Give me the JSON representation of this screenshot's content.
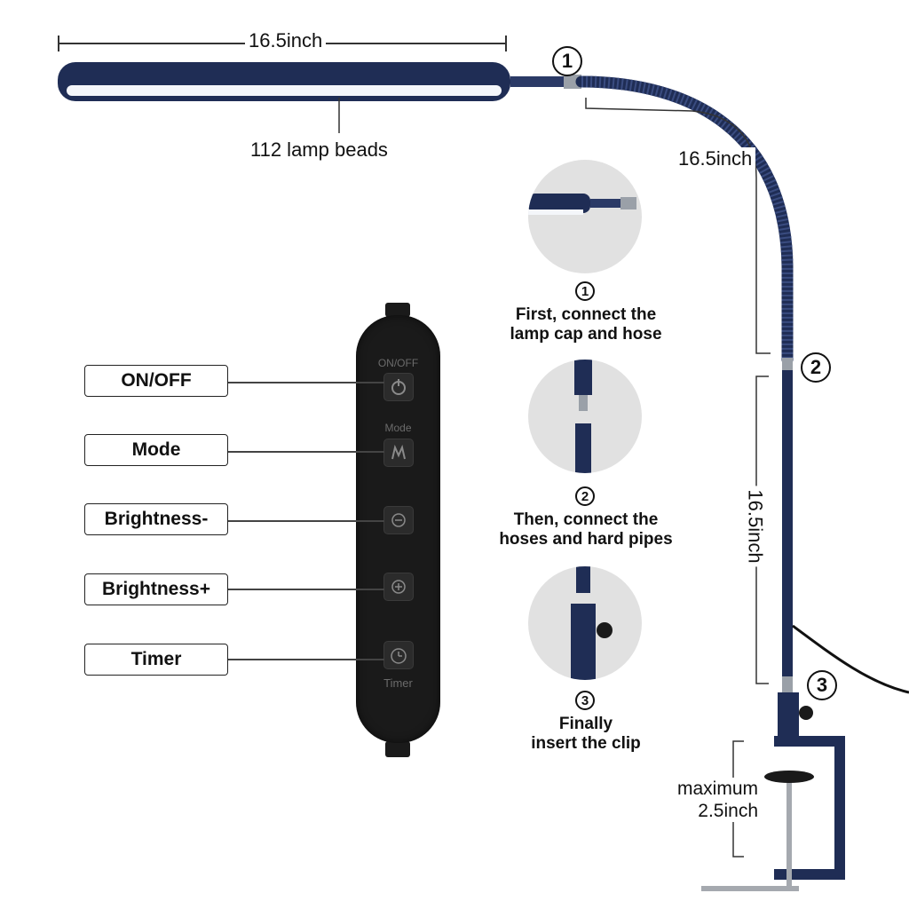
{
  "dimensions": {
    "panel_width": "16.5inch",
    "hose_length": "16.5inch",
    "pipe_length": "16.5inch",
    "clamp_label_line1": "maximum",
    "clamp_label_line2": "2.5inch"
  },
  "lamp_beads_label": "112 lamp beads",
  "remote": {
    "on_off_small": "ON/OFF",
    "mode_small": "Mode",
    "timer_small": "Timer"
  },
  "buttons": [
    {
      "label": "ON/OFF"
    },
    {
      "label": "Mode"
    },
    {
      "label": "Brightness-"
    },
    {
      "label": "Brightness+"
    },
    {
      "label": "Timer"
    }
  ],
  "steps": [
    {
      "num": "1",
      "line1": "First, connect the",
      "line2": "lamp cap and hose"
    },
    {
      "num": "2",
      "line1": "Then, connect the",
      "line2": "hoses and hard pipes"
    },
    {
      "num": "3",
      "line1": "Finally",
      "line2": "insert the clip"
    }
  ],
  "markers": [
    "1",
    "2",
    "3"
  ],
  "colors": {
    "lamp_blue": "#1f2d55",
    "remote": "#1a1a1a",
    "light": "#f4f6fa"
  }
}
